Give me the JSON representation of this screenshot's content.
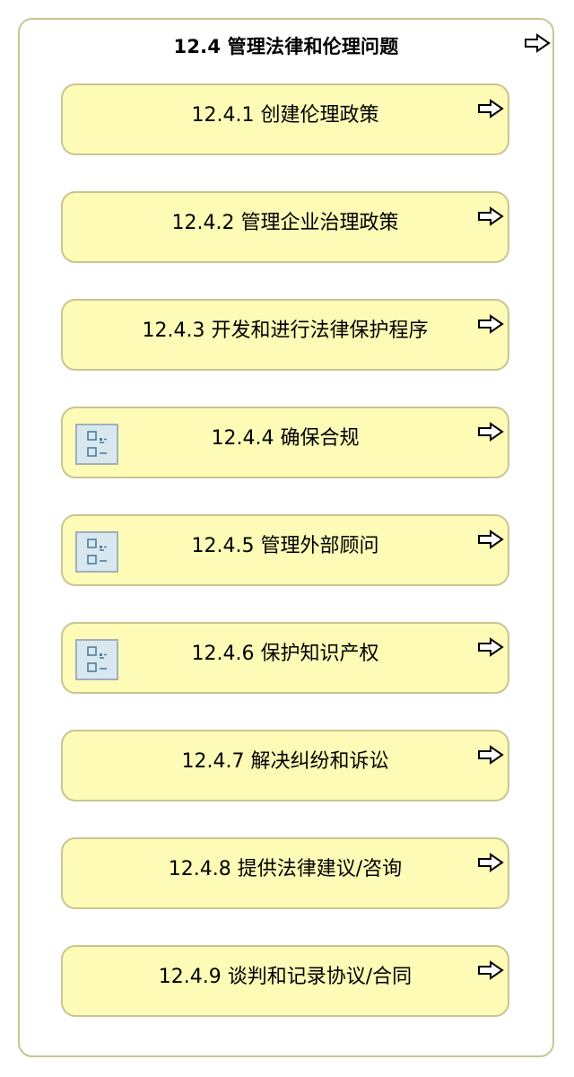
{
  "group": {
    "title": "12.4 管理法律和伦理问题",
    "arrow_icon": "hollow-right-arrow-icon",
    "fill_color": "#ffffff",
    "border_color": "#c9c591"
  },
  "items": [
    {
      "label": "12.4.1 创建伦理政策",
      "has_detail_icon": false
    },
    {
      "label": "12.4.2 管理企业治理政策",
      "has_detail_icon": false
    },
    {
      "label": "12.4.3 开发和进行法律保护程序",
      "has_detail_icon": false
    },
    {
      "label": "12.4.4 确保合规",
      "has_detail_icon": true
    },
    {
      "label": "12.4.5 管理外部顾问",
      "has_detail_icon": true
    },
    {
      "label": "12.4.6 保护知识产权",
      "has_detail_icon": true
    },
    {
      "label": "12.4.7 解决纠纷和诉讼",
      "has_detail_icon": false
    },
    {
      "label": "12.4.8 提供法律建议/咨询",
      "has_detail_icon": false
    },
    {
      "label": "12.4.9 谈判和记录协议/合同",
      "has_detail_icon": false
    }
  ],
  "colors": {
    "card_fill": "#fefbb6",
    "card_border": "#c9c591",
    "detail_icon_fill": "#d9e7ef",
    "detail_icon_stroke": "#4a7fa0"
  },
  "icons": {
    "arrow": "hollow-right-arrow-icon",
    "detail": "sub-process-list-icon"
  }
}
